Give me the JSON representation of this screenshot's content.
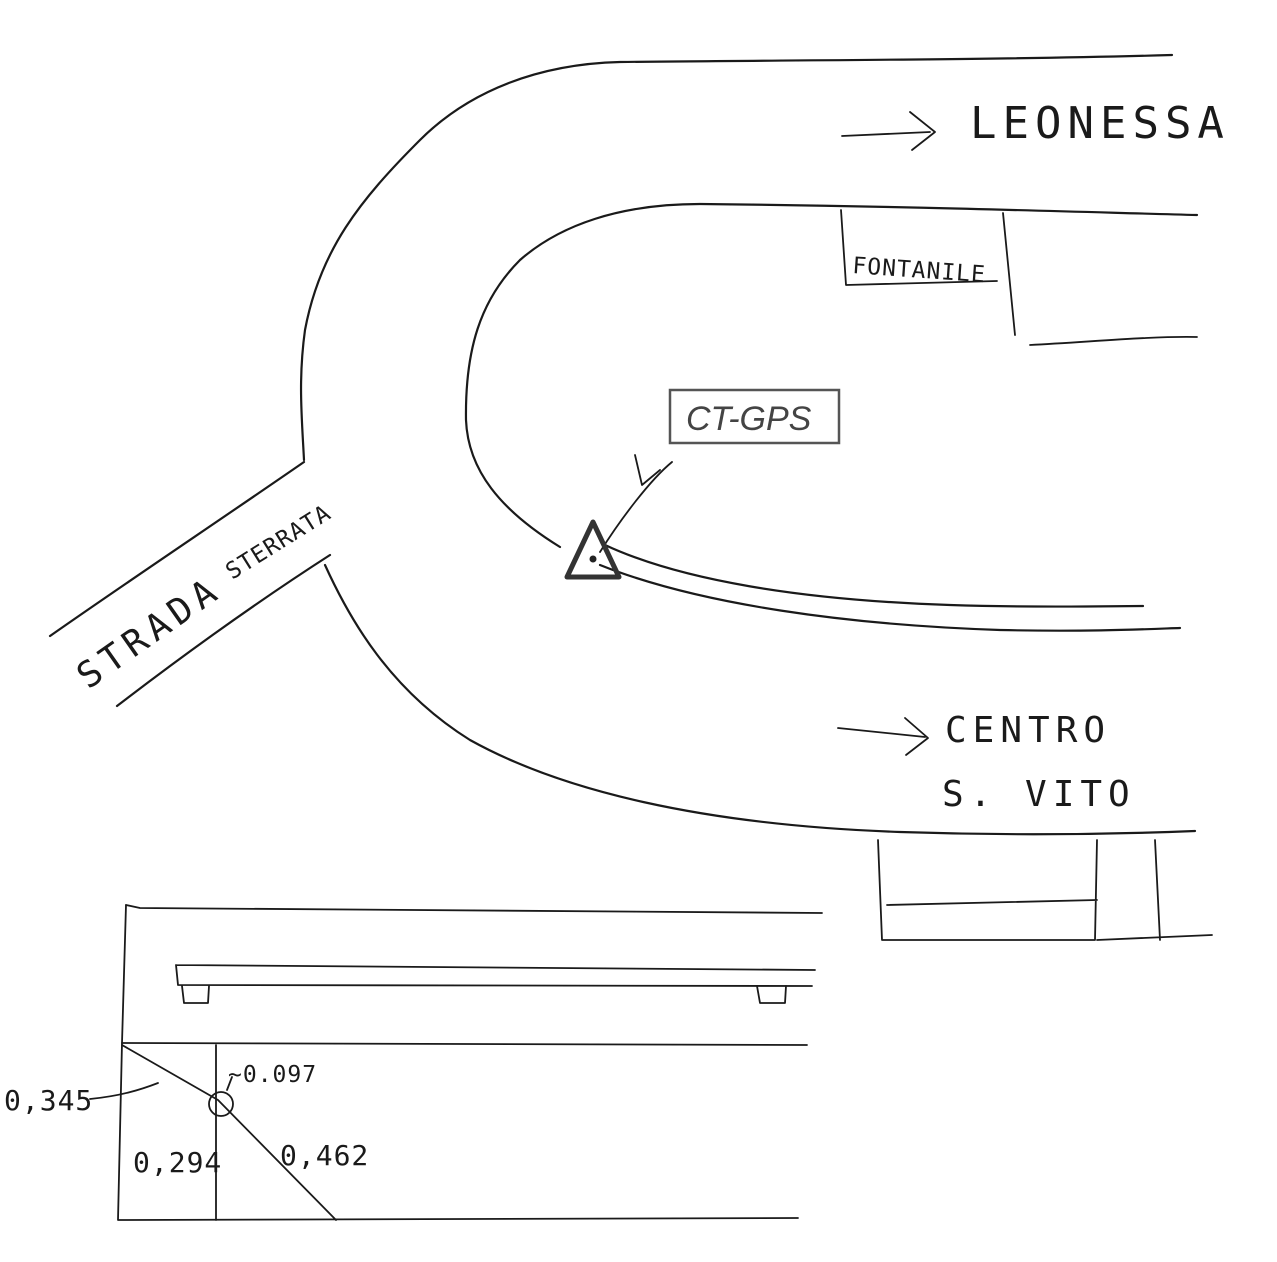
{
  "map": {
    "labels": {
      "leonessa": "LEONESSA",
      "fontanile": "FONTANILE",
      "centro": "CENTRO",
      "s_vito": "S. VITO",
      "strada": "STRADA",
      "sterrata": "STERRATA",
      "station": "CT-GPS"
    },
    "icons": {
      "station_marker": "triangle-with-dot-icon",
      "leonessa_arrow": "arrow-right-icon",
      "centro_arrow": "arrow-right-icon"
    }
  },
  "detail": {
    "measurements": {
      "left_total": "0,345",
      "small_offset": "~0.097",
      "vertical": "0,294",
      "diagonal": "0,462"
    },
    "icons": {
      "target_point": "circle-marker-icon"
    }
  },
  "colors": {
    "ink": "#1a1a1a",
    "label_border": "#555555",
    "label_text": "#444444"
  }
}
